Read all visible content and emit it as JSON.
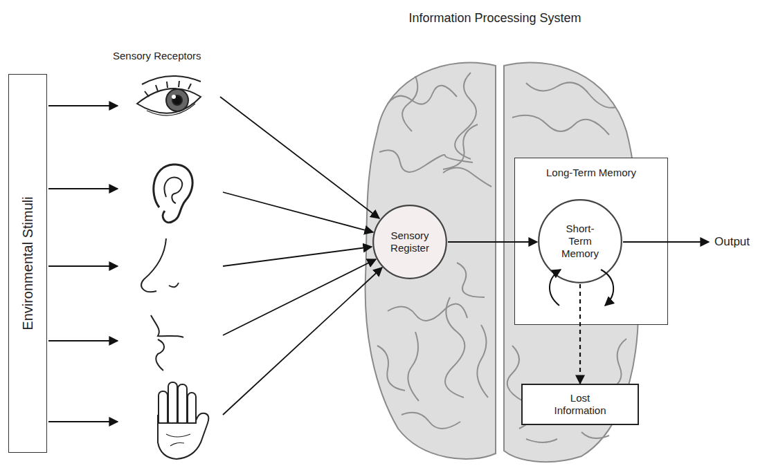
{
  "diagram": {
    "title": "Information Processing System",
    "nodes": [
      {
        "text": [
          "Environmental Stimuli"
        ]
      },
      {
        "text": [
          "Sensory Register"
        ]
      },
      {
        "text": [
          "Long-Term Memory"
        ]
      },
      {
        "text": [
          "Short-Term Memory"
        ],
        "in": 2
      },
      {
        "text": [
          "Lost Information"
        ]
      }
    ],
    "edges": [
      {
        "from": 1,
        "to": 3,
        "arrow": "to"
      },
      {
        "from": 3,
        "to": 4,
        "arrow": "to"
      }
    ],
    "labels": [
      "Sensory Receptors",
      "Output"
    ]
  }
}
